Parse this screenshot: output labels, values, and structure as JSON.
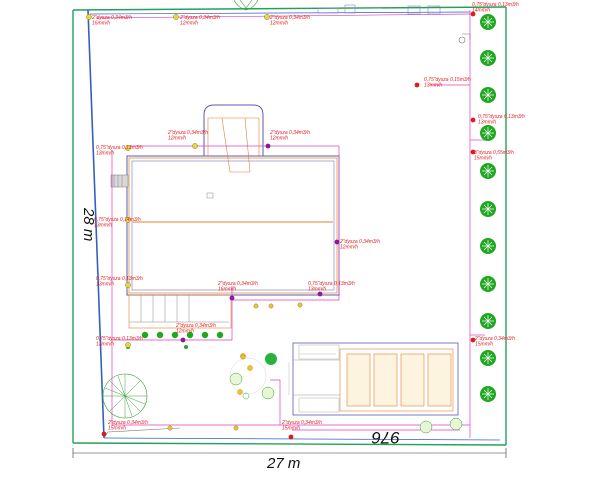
{
  "dimensions": {
    "width_label": "27 m",
    "height_label": "28 m",
    "mirrored_label": "976"
  },
  "icons": {
    "tree": "tree-icon",
    "shrub": "shrub-icon",
    "sprinkler": "sprinkler-head-icon",
    "valve": "valve-icon"
  },
  "colors": {
    "boundary": "#25a05a",
    "road": "#3560c0",
    "pipe": "#e040c0",
    "label": "#e41e1e",
    "house_outline": "#e08030",
    "rotor": "#8a1a9a",
    "spray": "#c8b420",
    "tree": "#1fa81f"
  },
  "sprinklers": [
    {
      "id": "s1",
      "l1": "2\"dysza 0,34m3/h",
      "l2": "16mm/h"
    },
    {
      "id": "s2",
      "l1": "2\"dysza 0,34m3/h",
      "l2": "12mm/h"
    },
    {
      "id": "s3",
      "l1": "2\"dysza 0,34m3/h",
      "l2": "12mm/h"
    },
    {
      "id": "s4",
      "l1": "0,75\"dysza 0,13m3/h",
      "l2": "14mm/h"
    },
    {
      "id": "s5",
      "l1": "0,75\"dysza 0,15m3/h",
      "l2": "13mm/h"
    },
    {
      "id": "s6",
      "l1": "2\"dysza 0,34m3/h",
      "l2": "12mm/h"
    },
    {
      "id": "s7",
      "l1": "2\"dysza 0,34m3/h",
      "l2": "12mm/h"
    },
    {
      "id": "s8",
      "l1": "0,75\"dysza 0,13m3/h",
      "l2": "13mm/h"
    },
    {
      "id": "s9",
      "l1": "0,75\"dysza 0,13m3/h",
      "l2": "13mm/h"
    },
    {
      "id": "s10",
      "l1": "3\"dysza 0,55m3/h",
      "l2": "15mm/h"
    },
    {
      "id": "s11",
      "l1": "0,75\"dysza 0,14m3/h",
      "l2": "13mm/h"
    },
    {
      "id": "s12",
      "l1": "2\"dysza 0,34m3/h",
      "l2": "12mm/h"
    },
    {
      "id": "s13",
      "l1": "0,75\"dysza 0,13m3/h",
      "l2": "13mm/h"
    },
    {
      "id": "s14",
      "l1": "2\"dysza 0,34m3/h",
      "l2": "16mm/h"
    },
    {
      "id": "s15",
      "l1": "0,75\"dysza 0,13m3/h",
      "l2": "13mm/h"
    },
    {
      "id": "s16",
      "l1": "2\"dysza 0,34m3/h",
      "l2": "12mm/h"
    },
    {
      "id": "s17",
      "l1": "0,75\"dysza 0,13m3/h",
      "l2": "13mm/h"
    },
    {
      "id": "s18",
      "l1": "2\"dysza 0,34m3/h",
      "l2": "15mm/h"
    },
    {
      "id": "s19",
      "l1": "2\"dysza 0,34m3/h",
      "l2": "15mm/h"
    },
    {
      "id": "s20",
      "l1": "2\"dysza 0,34m3/h",
      "l2": "15mm/h"
    }
  ]
}
